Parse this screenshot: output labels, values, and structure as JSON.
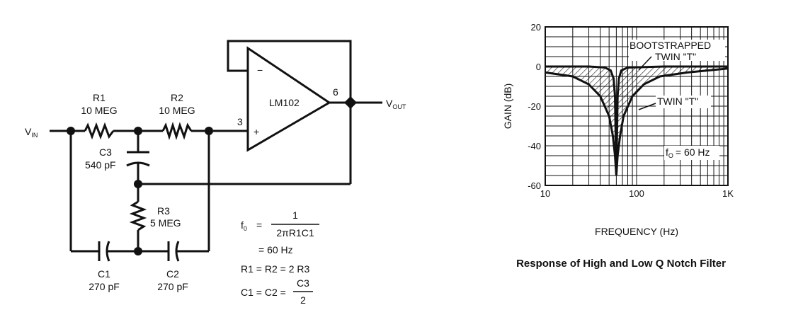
{
  "circuit": {
    "vin": {
      "main": "V",
      "sub": "IN"
    },
    "vout": {
      "main": "V",
      "sub": "OUT"
    },
    "opamp": {
      "name": "LM102",
      "minus": "−",
      "plus": "+",
      "pin_in": "3",
      "pin_out": "6"
    },
    "r1": {
      "name": "R1",
      "value": "10 MEG"
    },
    "r2": {
      "name": "R2",
      "value": "10 MEG"
    },
    "r3": {
      "name": "R3",
      "value": "5 MEG"
    },
    "c1": {
      "name": "C1",
      "value": "270 pF"
    },
    "c2": {
      "name": "C2",
      "value": "270 pF"
    },
    "c3": {
      "name": "C3",
      "value": "540 pF"
    },
    "formulas": {
      "f0_lhs": "f",
      "f0_sub": "0",
      "f0_eq": "=",
      "f0_num": "1",
      "f0_den": "2πR1C1",
      "f0_val": "= 60 Hz",
      "r_rel": "R1 = R2 = 2 R3",
      "c_rel_lhs": "C1 = C2 =",
      "c_rel_num": "C3",
      "c_rel_den": "2"
    }
  },
  "chart_data": {
    "type": "line",
    "xlabel": "FREQUENCY (Hz)",
    "ylabel": "GAIN (dB)",
    "x_scale": "log",
    "xlim": [
      10,
      1000
    ],
    "ylim": [
      -60,
      20
    ],
    "x_ticks": [
      10,
      100,
      1000
    ],
    "x_tick_labels": [
      "10",
      "100",
      "1K"
    ],
    "y_ticks": [
      20,
      0,
      -20,
      -40,
      -60
    ],
    "y_tick_labels": [
      "20",
      "0",
      "-20",
      "-40",
      "-60"
    ],
    "grid": true,
    "series": [
      {
        "name": "BOOTSTRAPPED TWIN \"T\"",
        "points": [
          [
            10,
            0
          ],
          [
            30,
            0
          ],
          [
            45,
            -0.5
          ],
          [
            52,
            -2
          ],
          [
            56,
            -6
          ],
          [
            58,
            -15
          ],
          [
            60,
            -55
          ],
          [
            62,
            -15
          ],
          [
            64,
            -6
          ],
          [
            68,
            -2
          ],
          [
            80,
            -0.5
          ],
          [
            200,
            0
          ],
          [
            1000,
            0
          ]
        ]
      },
      {
        "name": "TWIN \"T\"",
        "points": [
          [
            10,
            -3
          ],
          [
            20,
            -5
          ],
          [
            30,
            -9
          ],
          [
            40,
            -15
          ],
          [
            50,
            -25
          ],
          [
            55,
            -35
          ],
          [
            58,
            -45
          ],
          [
            60,
            -55
          ],
          [
            62,
            -45
          ],
          [
            66,
            -35
          ],
          [
            72,
            -25
          ],
          [
            90,
            -15
          ],
          [
            120,
            -9
          ],
          [
            180,
            -5
          ],
          [
            360,
            -3
          ],
          [
            1000,
            -1
          ]
        ]
      }
    ],
    "annotations": [
      {
        "text_1": "BOOTSTRAPPED",
        "text_2": "TWIN \"T\""
      },
      {
        "text": "TWIN \"T\""
      },
      {
        "lhs": "f",
        "sub": "O",
        "rhs": "= 60 Hz"
      }
    ]
  },
  "caption": "Response of High and Low Q Notch Filter"
}
